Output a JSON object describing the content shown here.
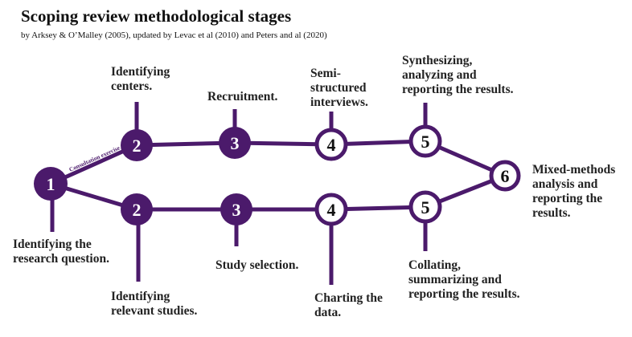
{
  "header": {
    "title": "Scoping review methodological stages",
    "subtitle": "by Arksey & O’Malley (2005), updated by Levac et al (2010) and Peters and al (2020)"
  },
  "colors": {
    "primary": "#4b1a6b",
    "text": "#222222",
    "background": "#ffffff"
  },
  "diagram": {
    "edge_label": "Consultation exercise",
    "nodes": [
      {
        "id": "n1",
        "number": "1",
        "filled": true,
        "label": "Identifying the\nresearch question."
      },
      {
        "id": "t2",
        "number": "2",
        "filled": true,
        "label": "Identifying\ncenters."
      },
      {
        "id": "t3",
        "number": "3",
        "filled": true,
        "label": "Recruitment."
      },
      {
        "id": "t4",
        "number": "4",
        "filled": false,
        "label": "Semi-\nstructured\ninterviews."
      },
      {
        "id": "t5",
        "number": "5",
        "filled": false,
        "label": "Synthesizing,\nanalyzing and\nreporting the results."
      },
      {
        "id": "b2",
        "number": "2",
        "filled": true,
        "label": "Identifying\nrelevant studies."
      },
      {
        "id": "b3",
        "number": "3",
        "filled": true,
        "label": "Study selection."
      },
      {
        "id": "b4",
        "number": "4",
        "filled": false,
        "label": "Charting the\ndata."
      },
      {
        "id": "b5",
        "number": "5",
        "filled": false,
        "label": "Collating,\nsummarizing and\nreporting the results."
      },
      {
        "id": "n6",
        "number": "6",
        "filled": false,
        "label": "Mixed-methods\nanalysis and\nreporting the\nresults."
      }
    ],
    "edges": [
      {
        "from": "n1",
        "to": "t2",
        "labelled": true
      },
      {
        "from": "t2",
        "to": "t3"
      },
      {
        "from": "t3",
        "to": "t4"
      },
      {
        "from": "t4",
        "to": "t5"
      },
      {
        "from": "t5",
        "to": "n6"
      },
      {
        "from": "n1",
        "to": "b2"
      },
      {
        "from": "b2",
        "to": "b3"
      },
      {
        "from": "b3",
        "to": "b4"
      },
      {
        "from": "b4",
        "to": "b5"
      },
      {
        "from": "b5",
        "to": "n6"
      }
    ]
  }
}
